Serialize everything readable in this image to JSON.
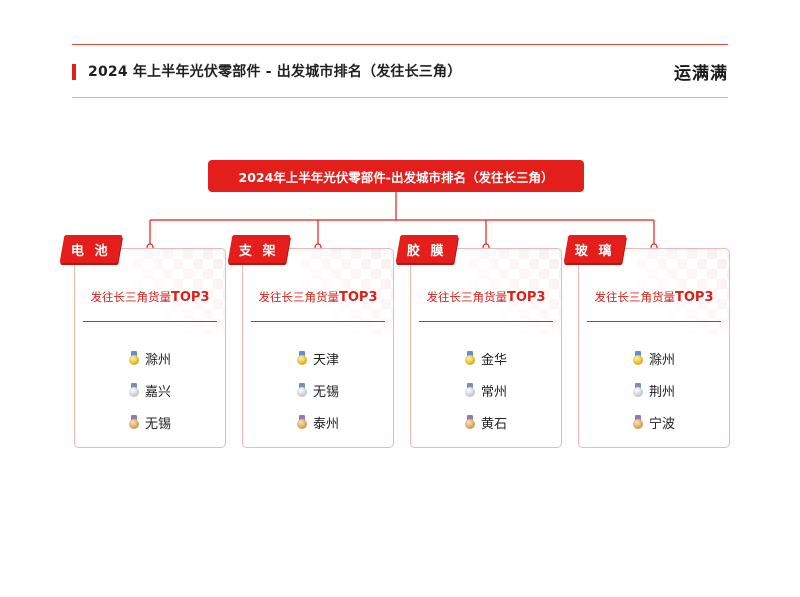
{
  "header": {
    "title": "2024 年上半年光伏零部件 - 出发城市排名（发往长三角）",
    "brand": "运满满"
  },
  "diagram": {
    "root_label": "2024年上半年光伏零部件-出发城市排名（发往长三角）",
    "categories": [
      {
        "name": "电 池",
        "subtitle": "发往长三角货量",
        "subtitle_strong": "TOP3",
        "cities": [
          "滁州",
          "嘉兴",
          "无锡"
        ]
      },
      {
        "name": "支 架",
        "subtitle": "发往长三角货量",
        "subtitle_strong": "TOP3",
        "cities": [
          "天津",
          "无锡",
          "泰州"
        ]
      },
      {
        "name": "胶 膜",
        "subtitle": "发往长三角货量",
        "subtitle_strong": "TOP3",
        "cities": [
          "金华",
          "常州",
          "黄石"
        ]
      },
      {
        "name": "玻 璃",
        "subtitle": "发往长三角货量",
        "subtitle_strong": "TOP3",
        "cities": [
          "滁州",
          "荆州",
          "宁波"
        ]
      }
    ],
    "medal_icons": [
      "gold-medal-icon",
      "silver-medal-icon",
      "bronze-medal-icon"
    ],
    "colors": {
      "accent": "#e41f1b",
      "card_border": "#f2b5b1"
    }
  }
}
